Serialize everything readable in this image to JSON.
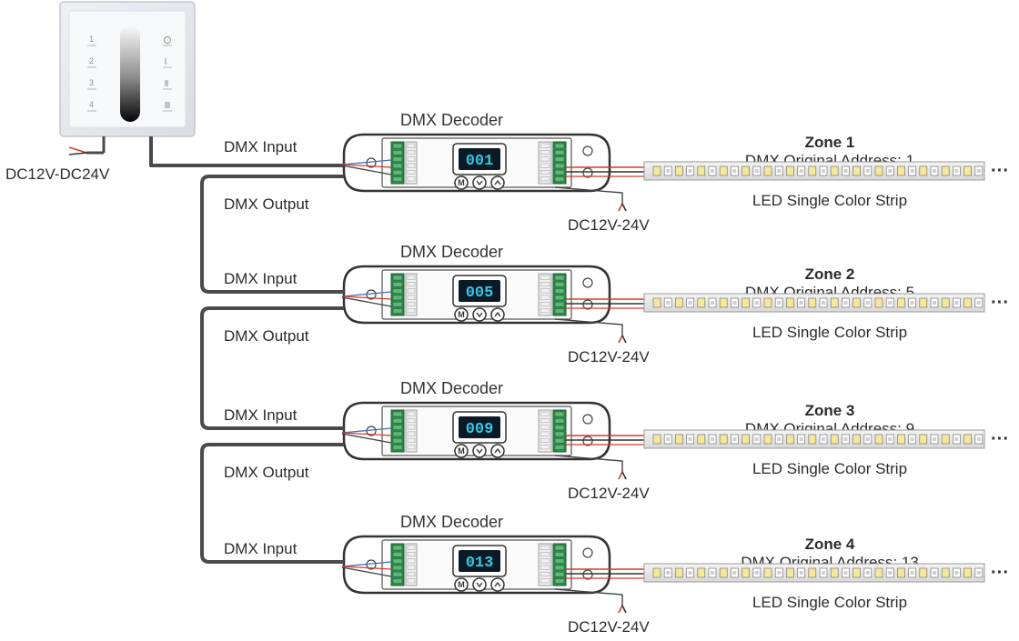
{
  "colors": {
    "cable": "#4a4a4a",
    "red_wire": "#d63a2a",
    "terminal": "#2f8a4a",
    "display_text": "#35c8e6",
    "led_yellow": "#f6e89a"
  },
  "controller": {
    "power_label": "DC12V-DC24V",
    "left_labels": [
      "1",
      "2",
      "3",
      "4"
    ],
    "right_icons": [
      "power-icon",
      "level-1-icon",
      "level-2-icon",
      "level-3-icon"
    ]
  },
  "decoders": [
    {
      "title": "DMX Decoder",
      "display": "001",
      "input_label": "DMX Input",
      "output_label": "DMX Output",
      "power_label": "DC12V-24V",
      "zone_title": "Zone 1",
      "address_label": "DMX Original Address: 1",
      "strip_label": "LED Single Color Strip"
    },
    {
      "title": "DMX Decoder",
      "display": "005",
      "input_label": "DMX Input",
      "output_label": "DMX Output",
      "power_label": "DC12V-24V",
      "zone_title": "Zone 2",
      "address_label": "DMX Original Address: 5",
      "strip_label": "LED Single Color Strip"
    },
    {
      "title": "DMX Decoder",
      "display": "009",
      "input_label": "DMX Input",
      "output_label": "DMX Output",
      "power_label": "DC12V-24V",
      "zone_title": "Zone 3",
      "address_label": "DMX Original Address: 9",
      "strip_label": "LED Single Color Strip"
    },
    {
      "title": "DMX Decoder",
      "display": "013",
      "input_label": "DMX Input",
      "output_label": null,
      "power_label": "DC12V-24V",
      "zone_title": "Zone 4",
      "address_label": "DMX Original Address: 13",
      "strip_label": "LED Single Color Strip"
    }
  ],
  "buttons": [
    "M",
    "^",
    "v"
  ],
  "continuation": "···"
}
